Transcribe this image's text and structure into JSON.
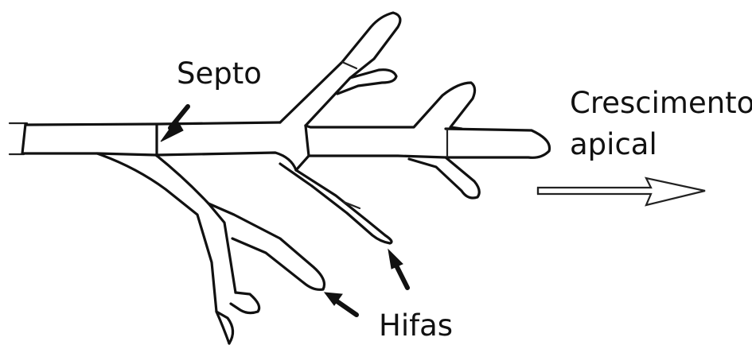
{
  "labels": {
    "septo": "Septo",
    "crescimento_line1": "Crescimento",
    "crescimento_line2": "apical",
    "hifas": "Hifas"
  },
  "colors": {
    "ink": "#111111",
    "background": "#ffffff"
  }
}
